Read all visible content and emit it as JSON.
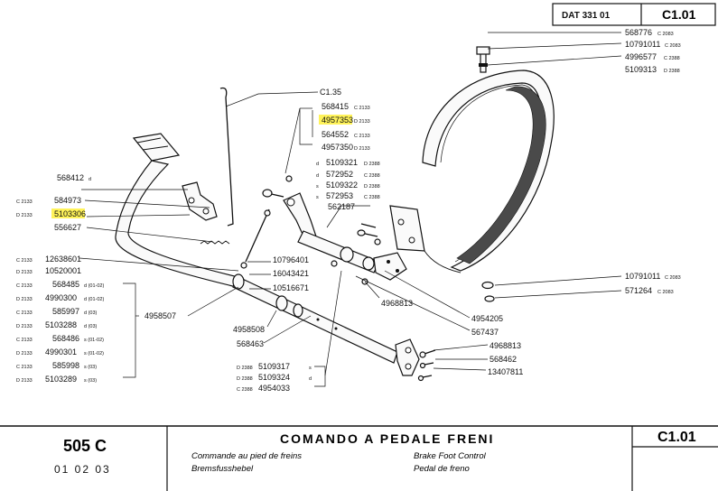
{
  "header": {
    "dat": "DAT 331 01",
    "sheet": "C1.01"
  },
  "footer": {
    "model": "505 C",
    "years": "01  02  03",
    "title": "COMANDO A PEDALE FRENI",
    "sub_fr": "Commande au pied de freins",
    "sub_de": "Bremsfusshebel",
    "sub_en": "Brake Foot Control",
    "sub_es": "Pedal de freno",
    "sheet": "C1.01"
  },
  "labels": {
    "c135": "C1.35",
    "p568415": "568415",
    "c568415": "C 2133",
    "p4957353": "4957353",
    "c4957353": "D 2133",
    "p564552": "564552",
    "c564552": "C 2133",
    "p4957350": "4957350",
    "c4957350": "D 2133",
    "p5109321": "5109321",
    "c5109321": "D 2388",
    "m5109321": "d",
    "p572952": "572952",
    "c572952": "C 2388",
    "m572952": "d",
    "p5109322": "5109322",
    "c5109322": "D 2388",
    "m5109322": "s",
    "p572953": "572953",
    "c572953": "C 2388",
    "m572953": "s",
    "p562187": "562187",
    "p568412": "568412",
    "m568412": "d",
    "p584973": "584973",
    "c584973": "C 2133",
    "p5103306": "5103306",
    "c5103306": "D 2133",
    "p556627": "556627",
    "p12638601": "12638601",
    "c12638601": "C 2133",
    "p10520001": "10520001",
    "c10520001": "D 2133",
    "p10796401": "10796401",
    "p16043421": "16043421",
    "p10516671": "10516671",
    "p568485": "568485",
    "c568485": "C 2133",
    "m568485": "d (01-02)",
    "p4990300": "4990300",
    "c4990300": "D 2133",
    "m4990300": "d (01-02)",
    "p585997": "585997",
    "c585997": "C 2133",
    "m585997": "d (03)",
    "p5103288": "5103288",
    "c5103288": "D 2133",
    "m5103288": "d (03)",
    "p568486": "568486",
    "c568486": "C 2133",
    "m568486": "s (01-02)",
    "p4990301": "4990301",
    "c4990301": "D 2133",
    "m4990301": "s (01-02)",
    "p585998": "585998",
    "c585998": "C 2133",
    "m585998": "s (03)",
    "p5103289": "5103289",
    "c5103289": "D 2133",
    "m5103289": "s (03)",
    "p4958507": "4958507",
    "p4958508": "4958508",
    "p568463": "568463",
    "p5109317": "5109317",
    "c5109317": "D 2388",
    "m5109317": "s",
    "p5109324": "5109324",
    "c5109324": "D 2388",
    "m5109324": "d",
    "p4954033": "4954033",
    "c4954033": "C 2388",
    "p4968813a": "4968813",
    "p4954205": "4954205",
    "p567437": "567437",
    "p4968813b": "4968813",
    "p568462": "568462",
    "p13407811": "13407811",
    "p568776": "568776",
    "c568776": "C 2083",
    "p10791011a": "10791011",
    "c10791011a": "C 2083",
    "p4996577": "4996577",
    "c4996577": "C 2388",
    "p5109313": "5109313",
    "c5109313": "D 2388",
    "p10791011b": "10791011",
    "c10791011b": "C 2083",
    "p571264": "571264",
    "c571264": "C 2083"
  },
  "highlight_color": "#fff35a"
}
